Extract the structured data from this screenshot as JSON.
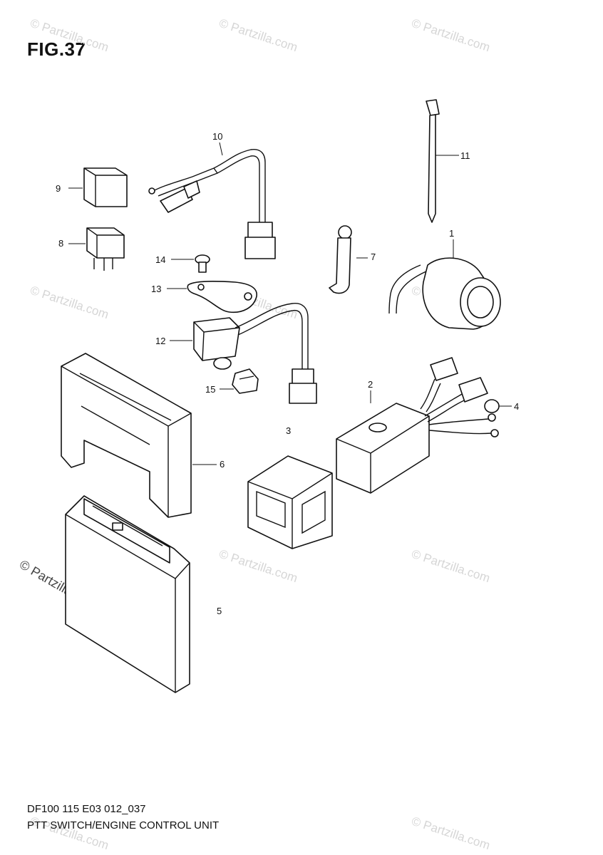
{
  "figure": {
    "title": "FIG.37",
    "code": "DF100 115 E03 012_037",
    "name": "PTT SWITCH/ENGINE CONTROL UNIT"
  },
  "watermark": {
    "text": "© Partzilla.com"
  },
  "callouts": [
    {
      "number": "1",
      "part": "part-1"
    },
    {
      "number": "2",
      "part": "part-2"
    },
    {
      "number": "3",
      "part": "part-3"
    },
    {
      "number": "4",
      "part": "part-4"
    },
    {
      "number": "5",
      "part": "part-5"
    },
    {
      "number": "6",
      "part": "part-6"
    },
    {
      "number": "7",
      "part": "part-7"
    },
    {
      "number": "8",
      "part": "part-8"
    },
    {
      "number": "9",
      "part": "part-9"
    },
    {
      "number": "10",
      "part": "part-10"
    },
    {
      "number": "11",
      "part": "part-11"
    },
    {
      "number": "12",
      "part": "part-12"
    },
    {
      "number": "13",
      "part": "part-13"
    },
    {
      "number": "14",
      "part": "part-14"
    },
    {
      "number": "15",
      "part": "part-15"
    }
  ],
  "colors": {
    "ink": "#111111",
    "watermark": "#d6d6d6",
    "background": "#ffffff"
  }
}
